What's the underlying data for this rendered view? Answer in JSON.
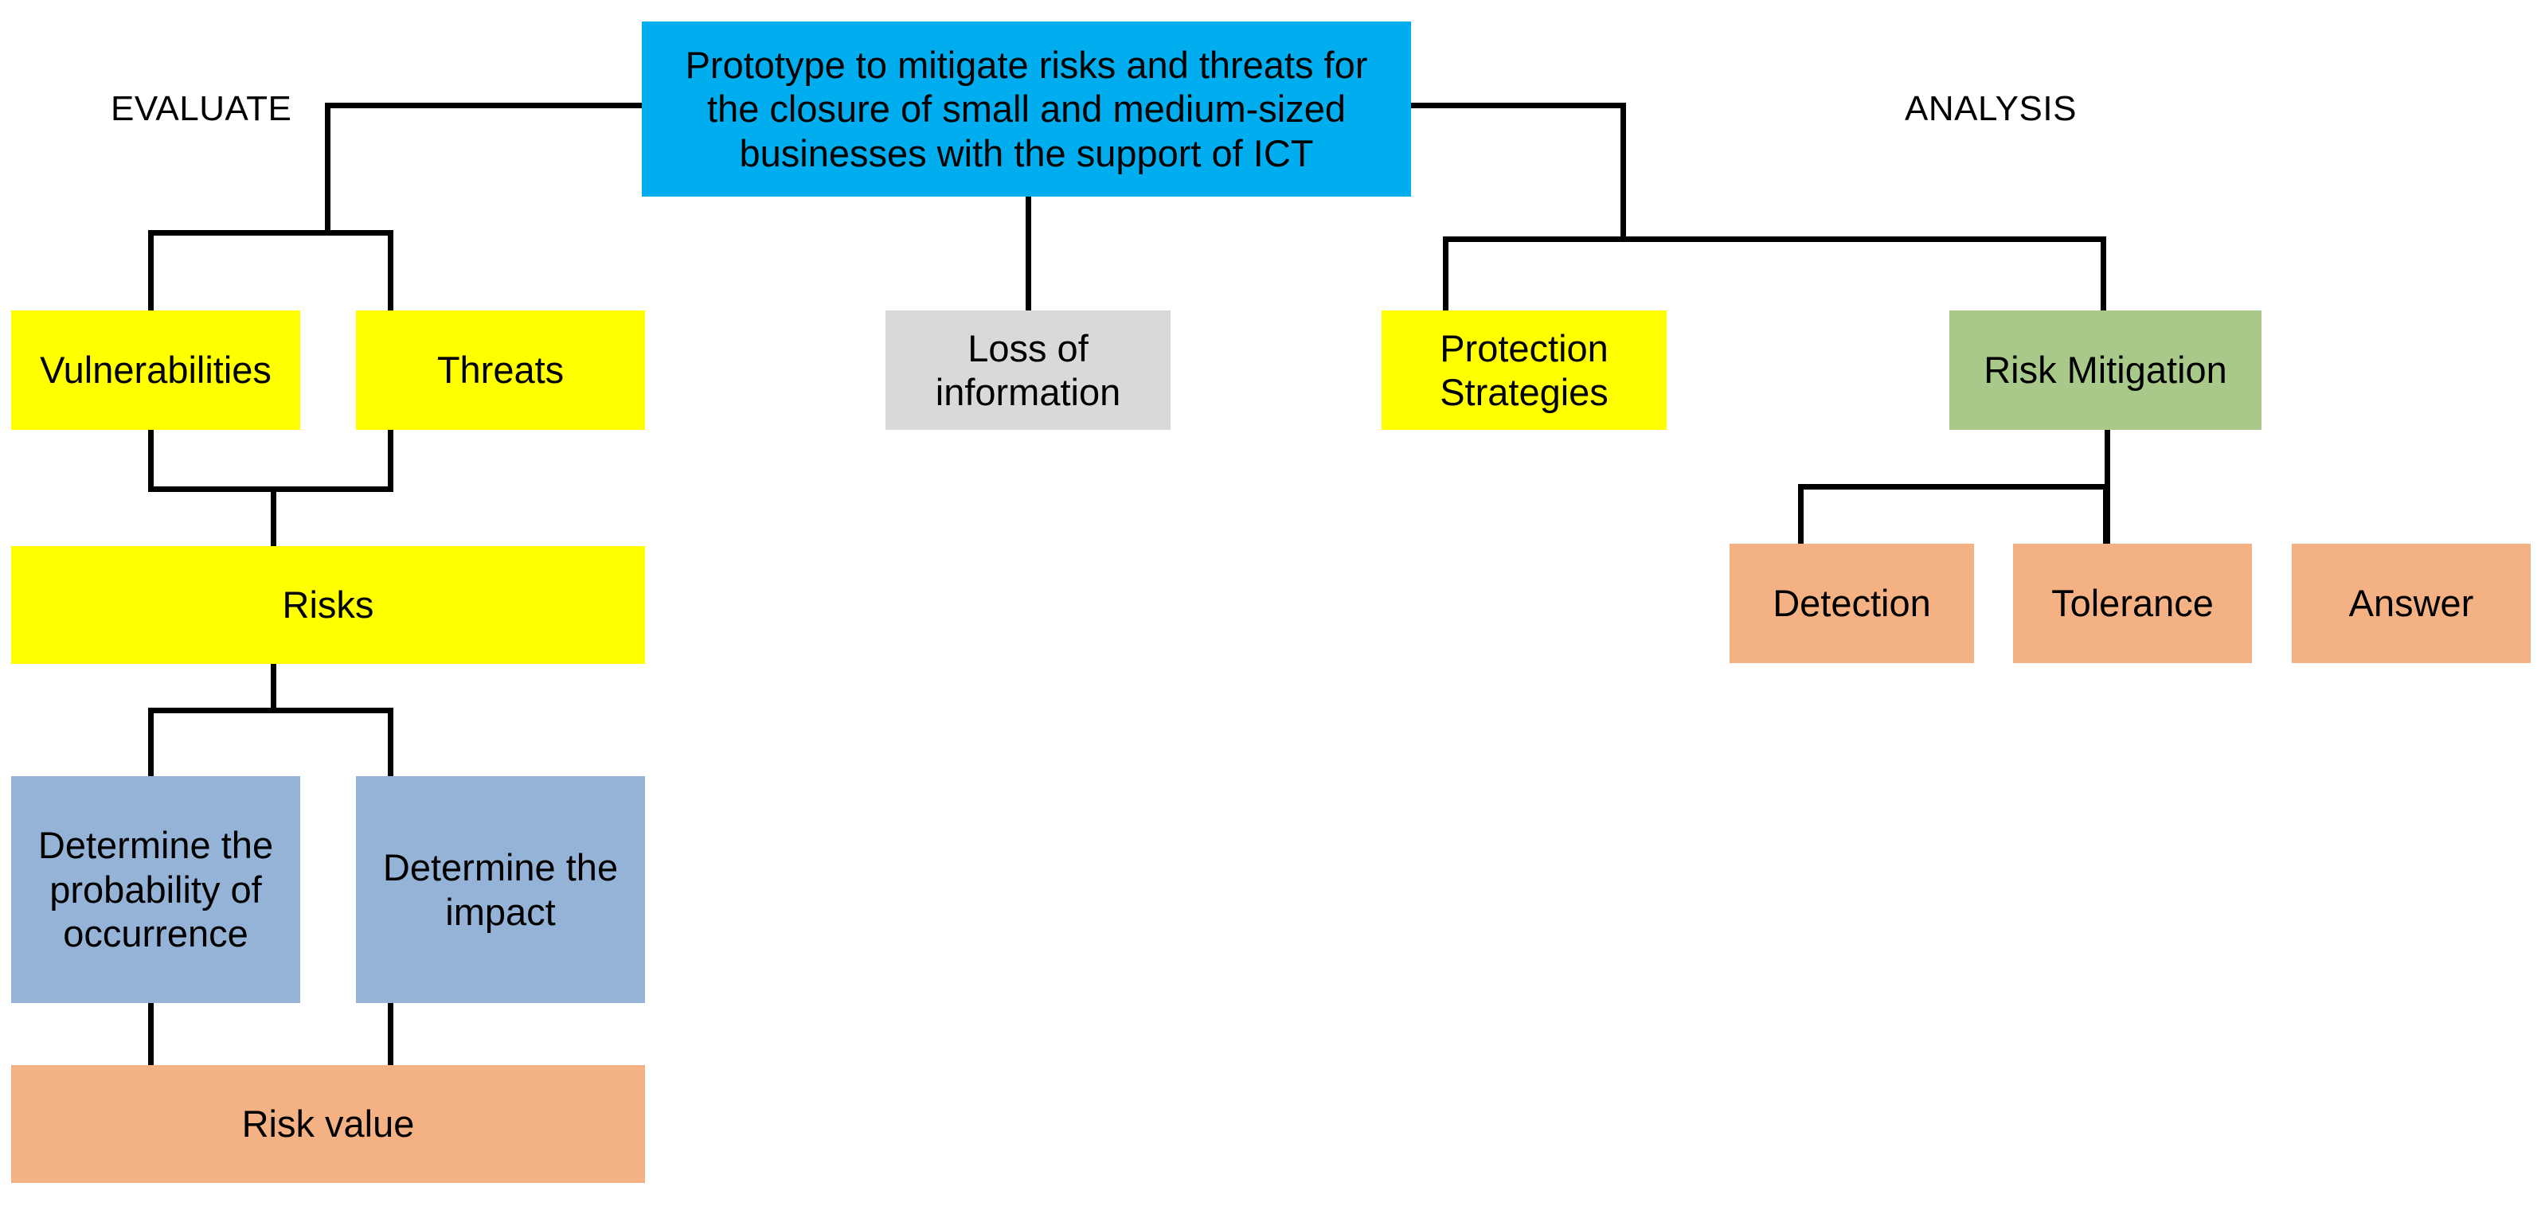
{
  "diagram": {
    "title_text": "Prototype to mitigate risks and threats for the closure of small and medium-sized businesses with the support of ICT",
    "branch_labels": {
      "left": "EVALUATE",
      "right": "ANALYSIS"
    },
    "colors": {
      "root_blue": "#00ADEE",
      "yellow": "#FFFF00",
      "gray": "#D9D9D9",
      "green": "#A9C98A",
      "orange": "#F4B183",
      "periwinkle": "#95B3D7",
      "line": "#000000",
      "background": "#FFFFFF",
      "text": "#000000"
    },
    "nodes": [
      {
        "id": "root",
        "label": "Prototype to mitigate risks and threats for the closure of small and medium-sized businesses with the support of ICT",
        "color_key": "root_blue"
      },
      {
        "id": "vulnerabilities",
        "label": "Vulnerabilities",
        "color_key": "yellow"
      },
      {
        "id": "threats",
        "label": "Threats",
        "color_key": "yellow"
      },
      {
        "id": "risks",
        "label": "Risks",
        "color_key": "yellow"
      },
      {
        "id": "determine-probability",
        "label": "Determine the probability of occurrence",
        "color_key": "periwinkle"
      },
      {
        "id": "determine-impact",
        "label": "Determine the impact",
        "color_key": "periwinkle"
      },
      {
        "id": "risk-value",
        "label": "Risk value",
        "color_key": "orange"
      },
      {
        "id": "loss-of-information",
        "label": "Loss of information",
        "color_key": "gray"
      },
      {
        "id": "protection-strategies",
        "label": "Protection Strategies",
        "color_key": "yellow"
      },
      {
        "id": "risk-mitigation",
        "label": "Risk Mitigation",
        "color_key": "green"
      },
      {
        "id": "detection",
        "label": "Detection",
        "color_key": "orange"
      },
      {
        "id": "tolerance",
        "label": "Tolerance",
        "color_key": "orange"
      },
      {
        "id": "answer",
        "label": "Answer",
        "color_key": "orange"
      }
    ]
  }
}
